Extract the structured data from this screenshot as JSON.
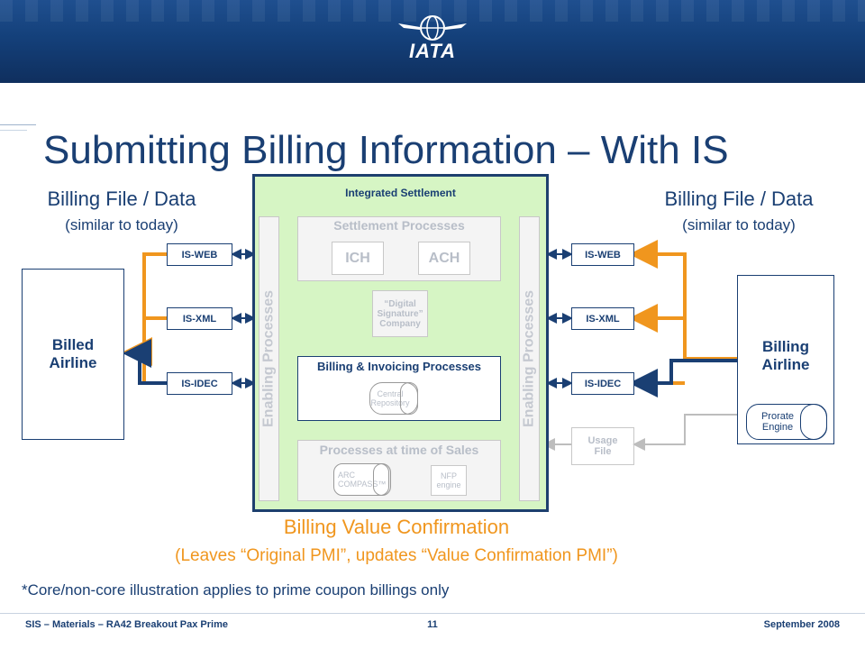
{
  "logo": {
    "text": "IATA",
    "icon": "globe-wings-icon"
  },
  "title": "Submitting Billing Information – With IS",
  "left_header": {
    "title": "Billing File / Data",
    "subtitle": "(similar to today)"
  },
  "right_header": {
    "title": "Billing File / Data",
    "subtitle": "(similar to today)"
  },
  "billed_airline": "Billed Airline",
  "billing_airline": "Billing Airline",
  "prorate_engine": "Prorate Engine",
  "left_formats": [
    "IS-WEB",
    "IS-XML",
    "IS-IDEC"
  ],
  "right_formats": [
    "IS-WEB",
    "IS-XML",
    "IS-IDEC"
  ],
  "usage_file": "Usage File",
  "integrated_settlement": "Integrated Settlement",
  "enabling_left": "Enabling Processes",
  "enabling_right": "Enabling Processes",
  "settlement": {
    "title": "Settlement Processes",
    "ich": "ICH",
    "ach": "ACH"
  },
  "digital_signature": "“Digital Signature” Company",
  "billing_invoicing": {
    "title": "Billing & Invoicing Processes",
    "repository": "Central Repository"
  },
  "sales": {
    "title": "Processes at time of Sales",
    "arc": "ARC COMPASS™",
    "nfp": "NFP engine"
  },
  "confirmation": {
    "title": "Billing Value Confirmation",
    "subtitle": "(Leaves “Original PMI”, updates “Value Confirmation PMI”)"
  },
  "footnote": "*Core/non-core illustration applies to prime coupon billings only",
  "footer": {
    "left": "SIS – Materials – RA42 Breakout Pax Prime",
    "page": "11",
    "date": "September 2008"
  },
  "colors": {
    "navy": "#1a3f73",
    "orange": "#f0961e",
    "green": "#d6f5c4",
    "grey": "#c8c8c8"
  }
}
